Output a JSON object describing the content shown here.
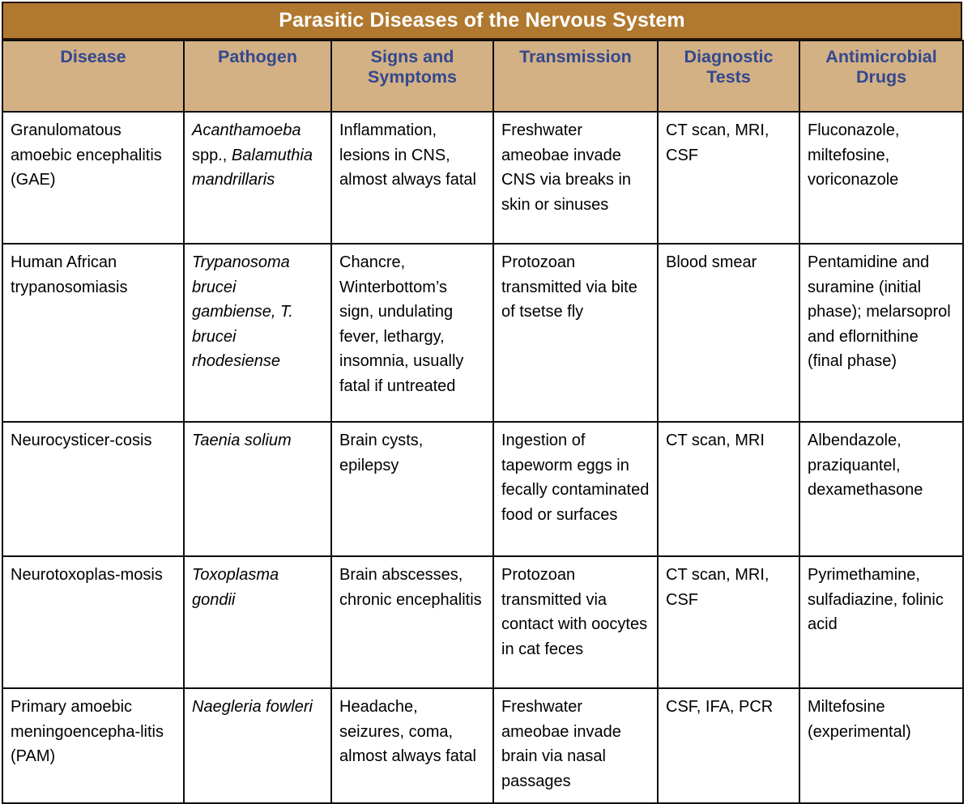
{
  "table": {
    "title": "Parasitic Diseases of the Nervous System",
    "columns": [
      "Disease",
      "Pathogen",
      "Signs and Symptoms",
      "Transmission",
      "Diagnostic Tests",
      "Antimicrobial Drugs"
    ],
    "colors": {
      "title_background": "#b0792f",
      "title_text": "#ffffff",
      "header_background": "#d3b184",
      "header_text": "#33488f",
      "cell_background": "#ffffff",
      "cell_text": "#000000",
      "border": "#0d0d0d"
    },
    "rows": [
      {
        "disease": "Granulomatous amoebic encephalitis (GAE)",
        "pathogen_scientific_1": "Acanthamoeba",
        "pathogen_plain_1": " spp.,",
        "pathogen_scientific_2": "Balamuthia mandrillaris",
        "signs": "Inflammation, lesions in CNS, almost always fatal",
        "transmission": "Freshwater ameobae invade CNS via breaks in skin or sinuses",
        "diagnostic": "CT scan, MRI, CSF",
        "drugs": "Fluconazole, miltefosine, voriconazole"
      },
      {
        "disease": "Human African trypanosomiasis",
        "pathogen_scientific_1": "Trypanosoma brucei gambiense,",
        "pathogen_plain_1": "",
        "pathogen_scientific_2": "T. brucei rhodesiense",
        "signs": "Chancre, Winterbottom’s sign, undulating fever, lethargy, insomnia, usually fatal if untreated",
        "transmission": "Protozoan transmitted via bite of tsetse fly",
        "diagnostic": "Blood smear",
        "drugs": "Pentamidine and suramine (initial phase); melarsoprol and eflornithine (final phase)"
      },
      {
        "disease": "Neurocysticer-cosis",
        "pathogen_scientific_1": "Taenia solium",
        "pathogen_plain_1": "",
        "pathogen_scientific_2": "",
        "signs": "Brain cysts, epilepsy",
        "transmission": "Ingestion of tapeworm eggs in fecally contaminated food or surfaces",
        "diagnostic": "CT scan, MRI",
        "drugs": "Albendazole, praziquantel, dexamethasone"
      },
      {
        "disease": "Neurotoxoplas-mosis",
        "pathogen_scientific_1": "Toxoplasma gondii",
        "pathogen_plain_1": "",
        "pathogen_scientific_2": "",
        "signs": "Brain abscesses, chronic encephalitis",
        "transmission": "Protozoan transmitted via contact with oocytes in cat feces",
        "diagnostic": "CT scan, MRI, CSF",
        "drugs": "Pyrimethamine, sulfadiazine, folinic acid"
      },
      {
        "disease": "Primary amoebic meningoencepha-litis (PAM)",
        "pathogen_scientific_1": "Naegleria fowleri",
        "pathogen_plain_1": "",
        "pathogen_scientific_2": "",
        "signs": "Headache, seizures, coma, almost always fatal",
        "transmission": "Freshwater ameobae invade brain via nasal passages",
        "diagnostic": "CSF, IFA, PCR",
        "drugs": "Miltefosine (experimental)"
      }
    ]
  }
}
